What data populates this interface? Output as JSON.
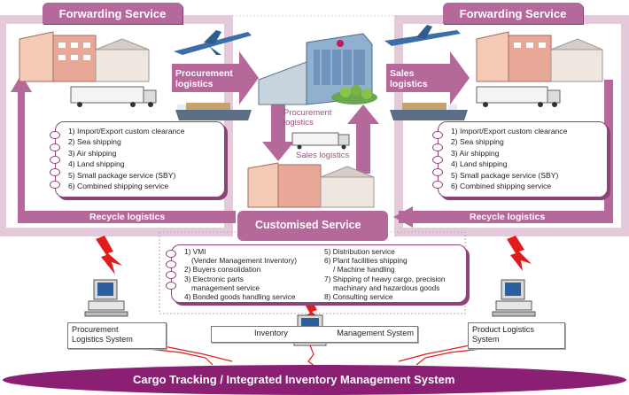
{
  "left_panel": {
    "title": "Forwarding Service"
  },
  "right_panel": {
    "title": "Forwarding Service"
  },
  "arrows": {
    "procurement": [
      "Procurement",
      "logistics"
    ],
    "sales": [
      "Sales",
      "logistics"
    ],
    "procurement_down": [
      "Procurement",
      "logistics"
    ],
    "sales_logistics": "Sales logistics",
    "recycle_left": "Recycle logistics",
    "recycle_right": "Recycle logistics"
  },
  "customised": {
    "title": "Customised Service"
  },
  "forwarding_services": [
    "1) Import/Export custom clearance",
    "2) Sea shipping",
    "3) Air shipping",
    "4) Land shipping",
    "5) Small package service (SBY)",
    "6) Combined shipping service"
  ],
  "customised_services": {
    "left": [
      "1) VMI",
      "(Vender Management Inventory)",
      "2) Buyers consolidation",
      "3) Electronic parts",
      "management service",
      "4) Bonded goods handling service"
    ],
    "right": [
      "5) Distribution service",
      "6) Plant facilities shipping",
      "/ Machine handling",
      "7) Shipping of heavy cargo, precision",
      "machinary and hazardous goods",
      "8) Consulting service"
    ]
  },
  "systems": {
    "procurement": [
      "Procurement",
      "Logistics System"
    ],
    "inventory": [
      "Inventory",
      "Management System"
    ],
    "product": [
      "Product Logistics",
      "System"
    ]
  },
  "footer": {
    "title": "Cargo Tracking / Integrated Inventory Management System"
  },
  "colors": {
    "accent": "#b5689a",
    "dark": "#8c4478",
    "light": "#ead3e1",
    "footer": "#8a1f74"
  }
}
